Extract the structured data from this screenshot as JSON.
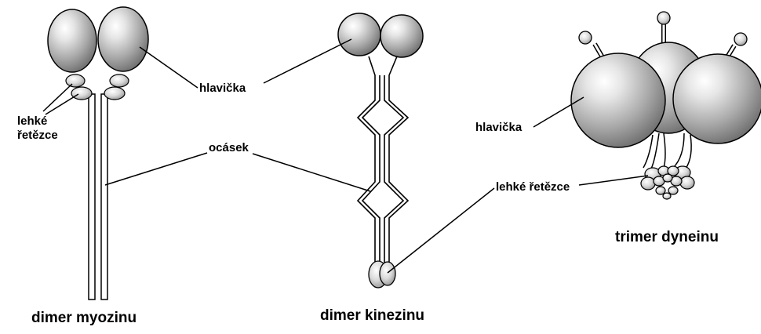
{
  "labels": {
    "myosin_light_chains": "lehké řetězce",
    "head_center": "hlavička",
    "tail": "ocásek",
    "head_dynein": "hlavička",
    "light_chains_center": "lehké řetězce"
  },
  "captions": {
    "myosin": "dimer myozinu",
    "kinesin": "dimer kinezinu",
    "dynein": "trimer dyneinu"
  }
}
